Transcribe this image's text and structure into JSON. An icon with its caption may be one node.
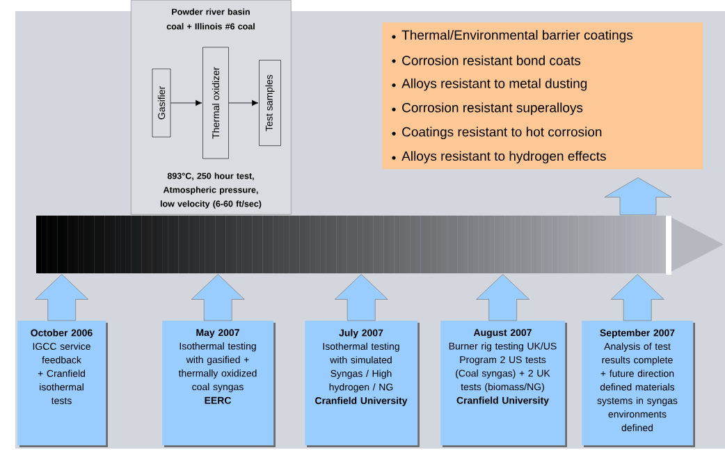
{
  "diagram": {
    "nodes": [
      {
        "text": [
          "Powder river basin coal + Illinois #6 coal",
          "893°C, 250 hour test, Atmospheric pressure, low velocity (6-60 ft/sec)"
        ]
      },
      {
        "text": [
          "Gasifier"
        ],
        "in": 0
      },
      {
        "text": [
          "Thermal oxidizer"
        ],
        "in": 0
      },
      {
        "text": [
          "Test samples"
        ],
        "in": 0
      },
      {
        "text": [
          "Thermal/Environmental barrier coatings",
          "Corrosion resistant bond coats",
          "Alloys resistant to metal dusting",
          "Corrosion resistant superalloys",
          "Coatings resistant to hot corrosion",
          "Alloys resistant to hydrogen effects"
        ]
      },
      {
        "text": [],
        "shape": "arrow"
      },
      {
        "text": [
          "October 2006",
          "IGCC service feedback + Cranfield isothermal tests"
        ]
      },
      {
        "text": [
          "May 2007",
          "Isothermal testing with gasified + thermally oxidized coal syngas",
          "EERC"
        ]
      },
      {
        "text": [
          "July 2007",
          "Isothermal testing with simulated Syngas / High hydrogen / NG",
          "Cranfield University"
        ]
      },
      {
        "text": [
          "August 2007",
          "Burner rig testing UK/US Program 2 US tests (Coal syngas) + 2 UK tests (biomass/NG)",
          "Cranfield University"
        ]
      },
      {
        "text": [
          "September 2007",
          "Analysis of test results complete + future direction defined materials systems in syngas environments defined"
        ]
      }
    ],
    "edges": [
      {
        "from": 1,
        "to": 2,
        "arrow": "to"
      },
      {
        "from": 2,
        "to": 3,
        "arrow": "to"
      },
      {
        "from": 6,
        "to": 5,
        "arrow": "to",
        "style": "thick"
      },
      {
        "from": 7,
        "to": 5,
        "arrow": "to",
        "style": "thick"
      },
      {
        "from": 8,
        "to": 5,
        "arrow": "to",
        "style": "thick"
      },
      {
        "from": 9,
        "to": 5,
        "arrow": "to",
        "style": "thick"
      },
      {
        "from": 10,
        "to": 5,
        "arrow": "to",
        "style": "thick"
      },
      {
        "from": 5,
        "to": 4,
        "arrow": "to",
        "style": "thick"
      }
    ]
  }
}
